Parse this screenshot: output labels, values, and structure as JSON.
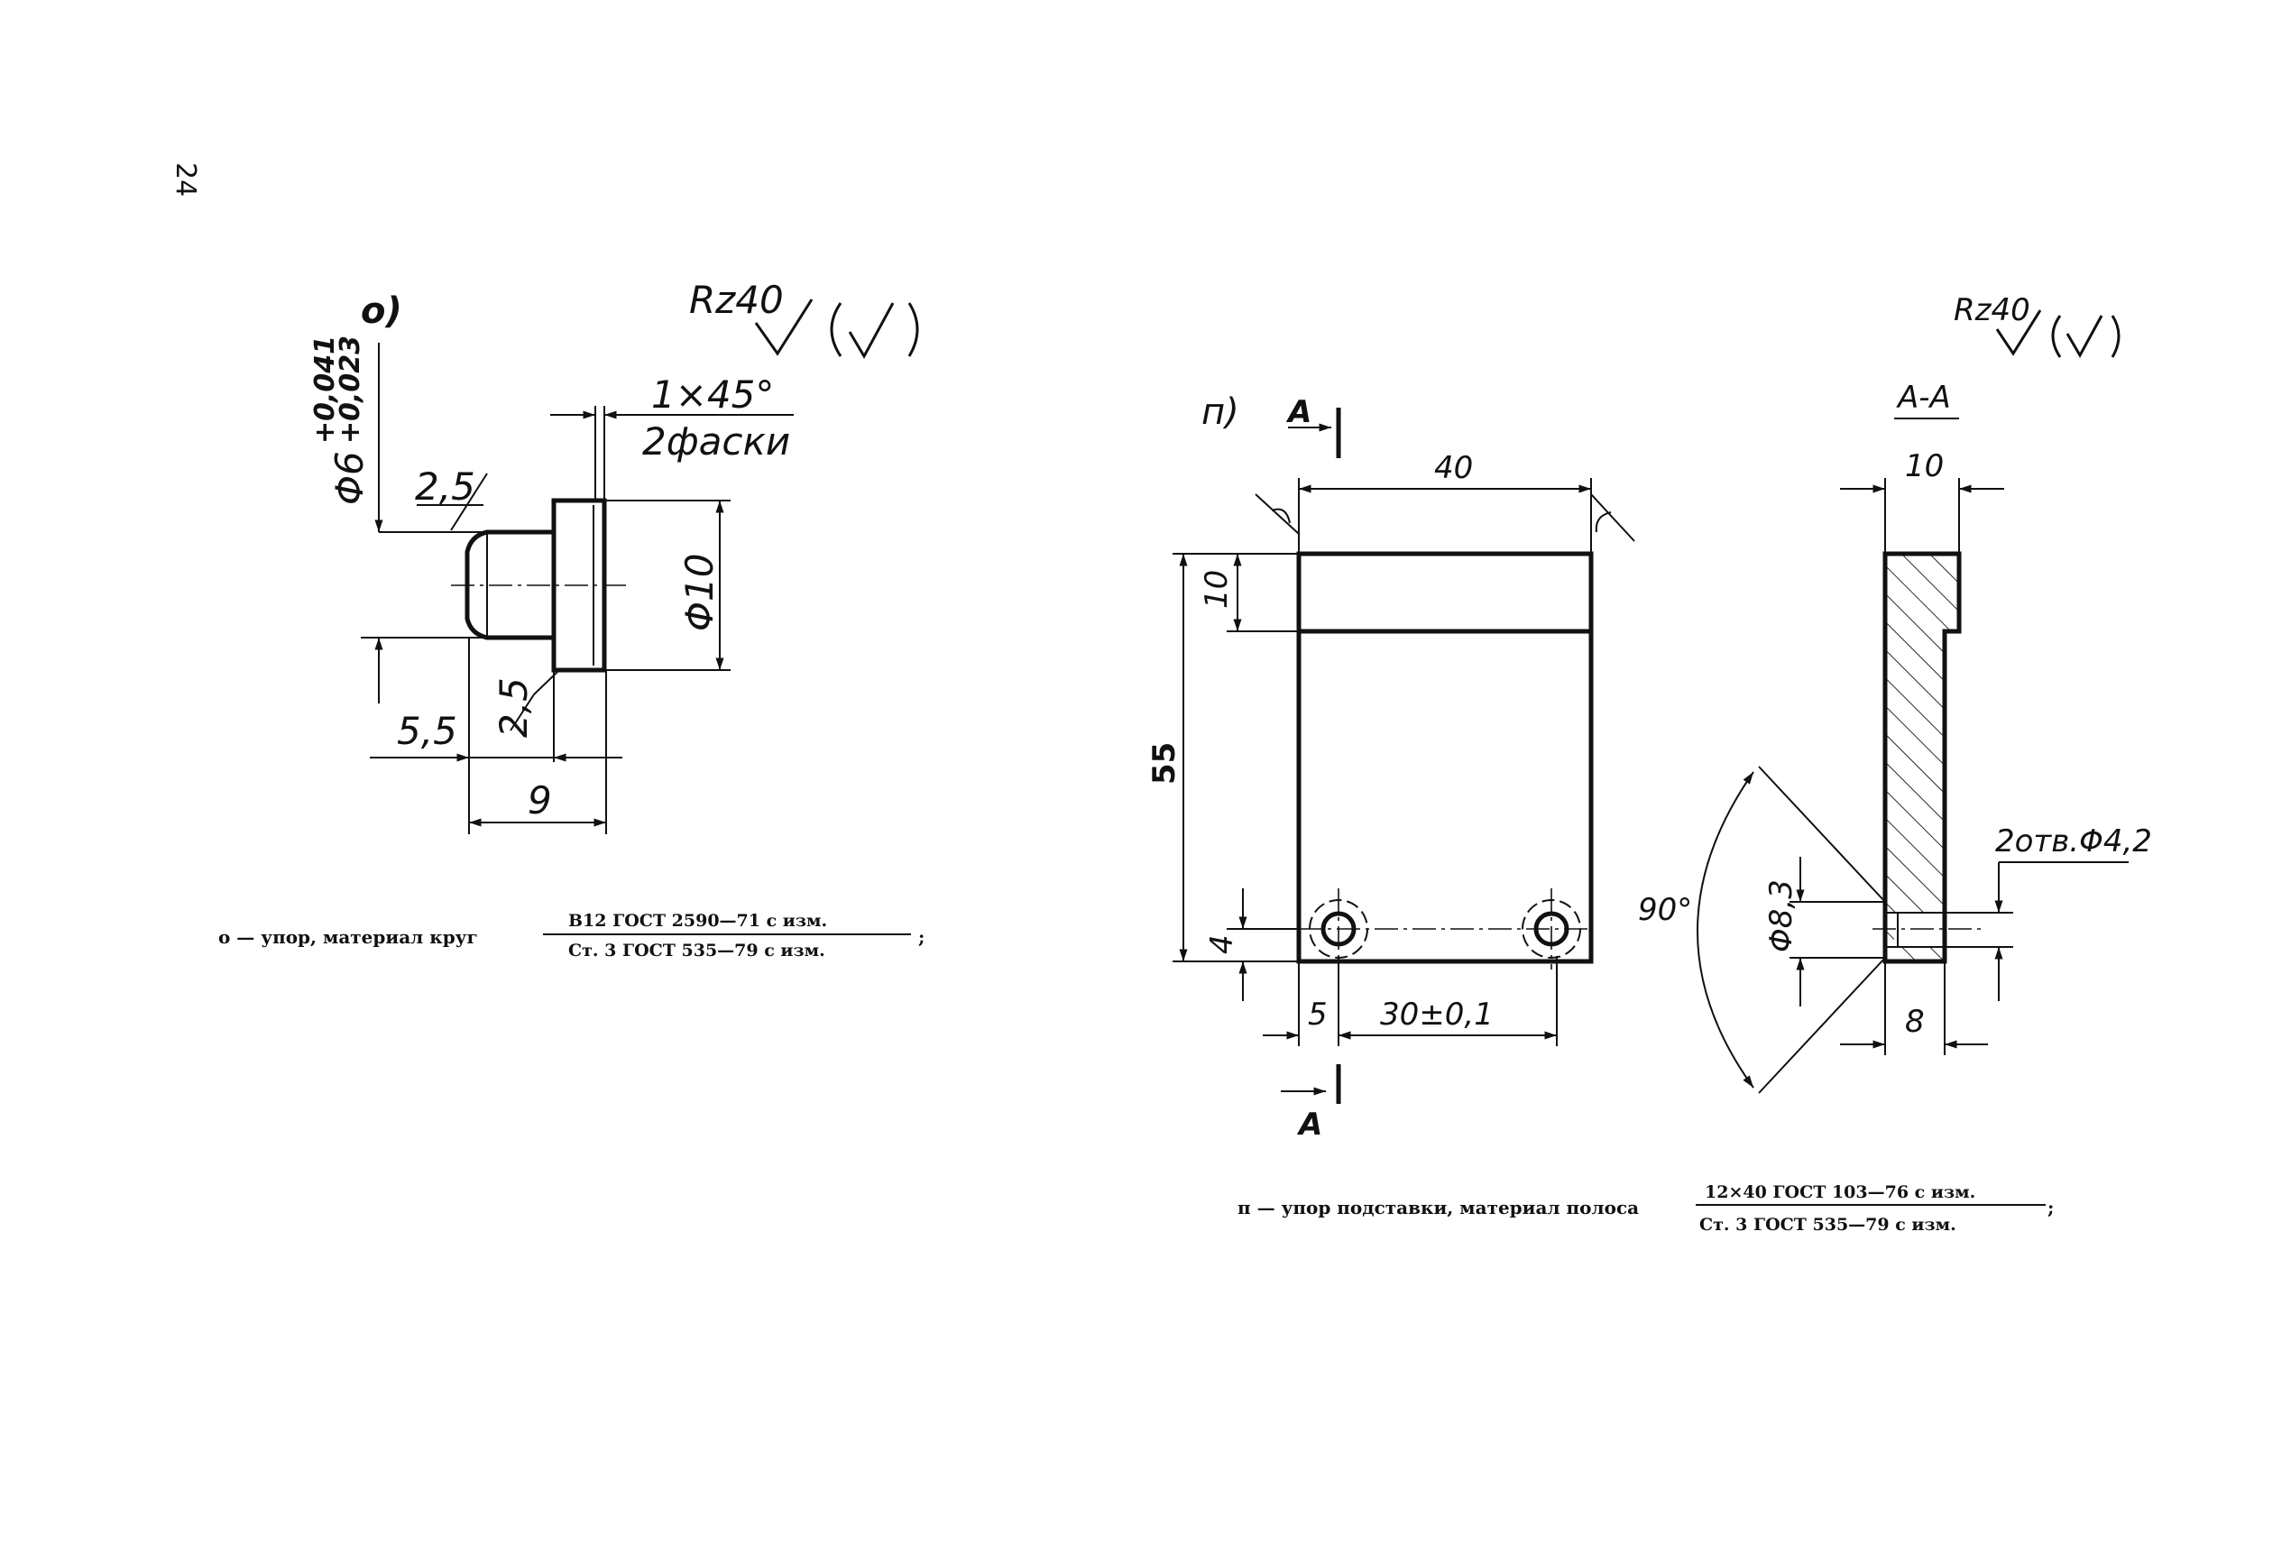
{
  "page_number": "24",
  "fig_o": {
    "label": "о)",
    "roughness": "Rz40",
    "chamfer_top": "1×45°",
    "chamfer_bottom": "2фаски",
    "dim_shaft_diameter": "Φ6",
    "tol_upper": "+0,041",
    "tol_lower": "+0,023",
    "dim_fillet_1": "2,5",
    "dim_fillet_2": "2,5",
    "dim_head_diameter": "Φ10",
    "dim_shaft_length": "5,5",
    "dim_total_length": "9",
    "caption": {
      "prefix": "о — упор, материал круг",
      "numerator": "В12 ГОСТ 2590—71 с изм.",
      "denominator": "Ст. 3 ГОСТ 535—79 с изм.",
      "suffix": ";"
    }
  },
  "fig_p": {
    "label": "п)",
    "roughness": "Rz40",
    "section_mark_top": "А",
    "section_mark_bottom": "А",
    "section_title": "А-А",
    "dim_width": "40",
    "dim_top_band": "10",
    "dim_height": "55",
    "dim_hole_from_bottom": "4",
    "dim_hole_from_left": "5",
    "dim_hole_spacing": "30±0,1",
    "dim_section_thickness": "10",
    "dim_section_step": "8",
    "dim_countersink": "Φ8,3",
    "dim_angle": "90°",
    "holes_note": "2отв.Φ4,2",
    "caption": {
      "prefix": "п — упор подставки, материал полоса",
      "numerator": "12×40 ГОСТ 103—76 с изм.",
      "denominator": "Ст. 3 ГОСТ 535—79 с изм.",
      "suffix": ";"
    }
  }
}
